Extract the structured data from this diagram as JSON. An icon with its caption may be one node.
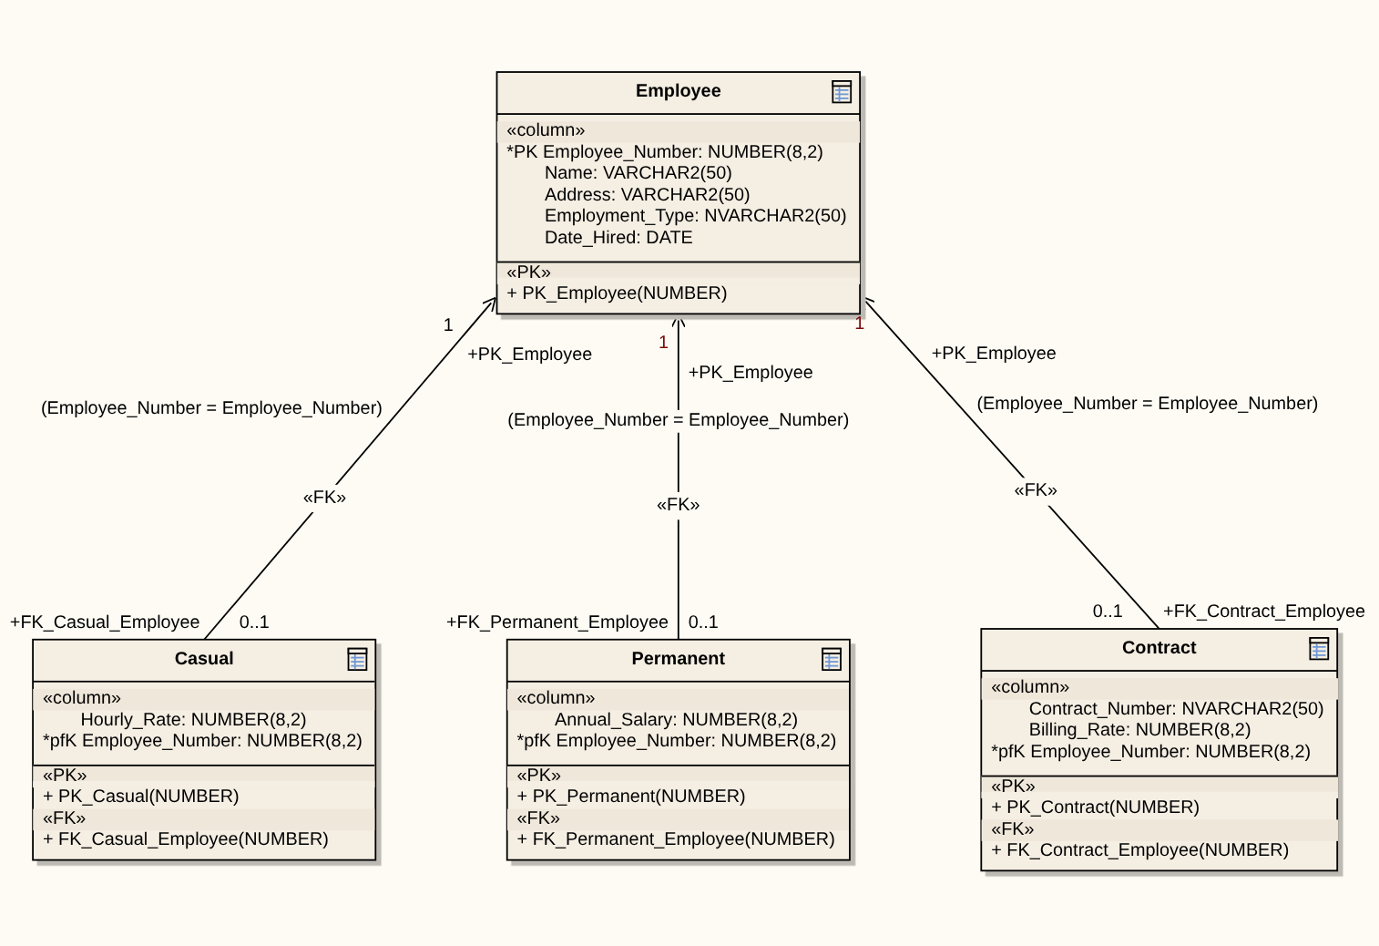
{
  "diagram": {
    "nodes": [
      {
        "text": [
          "Employee",
          "«column»",
          "*PK Employee_Number: NUMBER(8,2)",
          "Name: VARCHAR2(50)",
          "Address: VARCHAR2(50)",
          "Employment_Type: NVARCHAR2(50)",
          "Date_Hired: DATE",
          "«PK»",
          "+ PK_Employee(NUMBER)"
        ]
      },
      {
        "text": [
          "Casual",
          "«column»",
          "Hourly_Rate: NUMBER(8,2)",
          "*pfK Employee_Number: NUMBER(8,2)",
          "«PK»",
          "+ PK_Casual(NUMBER)",
          "«FK»",
          "+ FK_Casual_Employee(NUMBER)"
        ]
      },
      {
        "text": [
          "Permanent",
          "«column»",
          "Annual_Salary: NUMBER(8,2)",
          "*pfK Employee_Number: NUMBER(8,2)",
          "«PK»",
          "+ PK_Permanent(NUMBER)",
          "«FK»",
          "+ FK_Permanent_Employee(NUMBER)"
        ]
      },
      {
        "text": [
          "Contract",
          "«column»",
          "Contract_Number: NVARCHAR2(50)",
          "Billing_Rate: NUMBER(8,2)",
          "*pfK Employee_Number: NUMBER(8,2)",
          "«PK»",
          "+ PK_Contract(NUMBER)",
          "«FK»",
          "+ FK_Contract_Employee(NUMBER)"
        ]
      }
    ],
    "edges": [
      {
        "from": 1,
        "to": 0,
        "arrow": "to",
        "label": "«FK»"
      },
      {
        "from": 2,
        "to": 0,
        "arrow": "to",
        "label": "«FK»"
      },
      {
        "from": 3,
        "to": 0,
        "arrow": "to",
        "label": "«FK»"
      }
    ],
    "labels": [
      "1",
      "1",
      "1",
      "+PK_Employee",
      "+PK_Employee",
      "+PK_Employee",
      "(Employee_Number = Employee_Number)",
      "(Employee_Number = Employee_Number)",
      "(Employee_Number = Employee_Number)",
      "+FK_Casual_Employee",
      "0..1",
      "+FK_Permanent_Employee",
      "0..1",
      "0..1",
      "+FK_Contract_Employee"
    ]
  }
}
